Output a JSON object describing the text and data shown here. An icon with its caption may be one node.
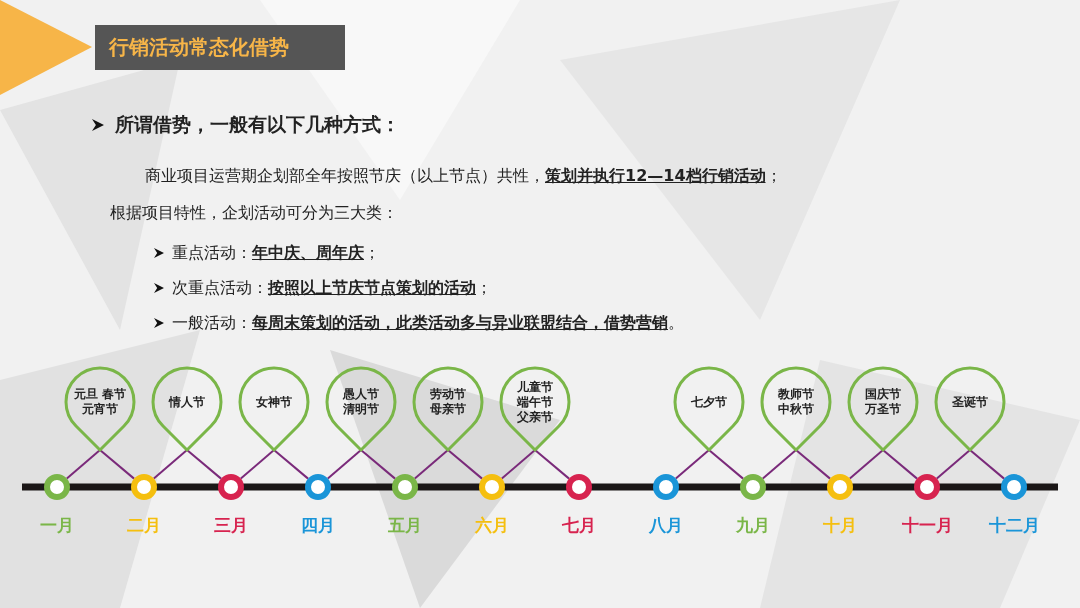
{
  "diagram": {
    "title": "行销活动常态化借势",
    "nodes": [
      {
        "text": [
          "元旦 春节元宵节"
        ]
      },
      {
        "text": [
          "情人节"
        ]
      },
      {
        "text": [
          "女神节"
        ]
      },
      {
        "text": [
          "愚人节清明节"
        ]
      },
      {
        "text": [
          "劳动节母亲节"
        ]
      },
      {
        "text": [
          "儿童节端午节父亲节"
        ]
      },
      {
        "text": [
          "七夕节"
        ]
      },
      {
        "text": [
          "教师节中秋节"
        ]
      },
      {
        "text": [
          "国庆节万圣节"
        ]
      },
      {
        "text": [
          "圣诞节"
        ]
      },
      {
        "text": [],
        "shape": "circle",
        "beside": [
          "一月"
        ]
      },
      {
        "text": [],
        "shape": "circle",
        "beside": [
          "二月"
        ]
      },
      {
        "text": [],
        "shape": "circle",
        "beside": [
          "三月"
        ]
      },
      {
        "text": [],
        "shape": "circle",
        "beside": [
          "四月"
        ]
      },
      {
        "text": [],
        "shape": "circle",
        "beside": [
          "五月"
        ]
      },
      {
        "text": [],
        "shape": "circle",
        "beside": [
          "六月"
        ]
      },
      {
        "text": [],
        "shape": "circle",
        "beside": [
          "七月"
        ]
      },
      {
        "text": [],
        "shape": "circle",
        "beside": [
          "八月"
        ]
      },
      {
        "text": [],
        "shape": "circle",
        "beside": [
          "九月"
        ]
      },
      {
        "text": [],
        "shape": "circle",
        "beside": [
          "十月"
        ]
      },
      {
        "text": [],
        "shape": "circle",
        "beside": [
          "十一月"
        ]
      },
      {
        "text": [],
        "shape": "circle",
        "beside": [
          "十二月"
        ]
      }
    ],
    "edges": [
      {
        "from": 0,
        "to": 10,
        "arrow": "none"
      },
      {
        "from": 0,
        "to": 11,
        "arrow": "none"
      },
      {
        "from": 1,
        "to": 11,
        "arrow": "none"
      },
      {
        "from": 1,
        "to": 12,
        "arrow": "none"
      },
      {
        "from": 2,
        "to": 12,
        "arrow": "none"
      },
      {
        "from": 2,
        "to": 13,
        "arrow": "none"
      },
      {
        "from": 3,
        "to": 13,
        "arrow": "none"
      },
      {
        "from": 3,
        "to": 14,
        "arrow": "none"
      },
      {
        "from": 4,
        "to": 14,
        "arrow": "none"
      },
      {
        "from": 4,
        "to": 15,
        "arrow": "none"
      },
      {
        "from": 5,
        "to": 15,
        "arrow": "none"
      },
      {
        "from": 5,
        "to": 16,
        "arrow": "none"
      },
      {
        "from": 6,
        "to": 17,
        "arrow": "none"
      },
      {
        "from": 6,
        "to": 18,
        "arrow": "none"
      },
      {
        "from": 7,
        "to": 18,
        "arrow": "none"
      },
      {
        "from": 7,
        "to": 19,
        "arrow": "none"
      },
      {
        "from": 8,
        "to": 19,
        "arrow": "none"
      },
      {
        "from": 8,
        "to": 20,
        "arrow": "none"
      },
      {
        "from": 9,
        "to": 20,
        "arrow": "none"
      },
      {
        "from": 9,
        "to": 21,
        "arrow": "none"
      }
    ],
    "labels": [
      "所谓借势，一般有以下几种方式：",
      "商业项目运营期企划部全年按照节庆（以上节点）共性，**策划并执行12—14档行销活动**；",
      "根据项目特性，企划活动可分为三大类：",
      "重点活动：**年中庆、周年庆**；",
      "次重点活动：**按照以上节庆节点策划的活动**；",
      "一般活动：**每周末策划的活动，此类活动多与异业联盟结合，借势营销**。"
    ]
  }
}
